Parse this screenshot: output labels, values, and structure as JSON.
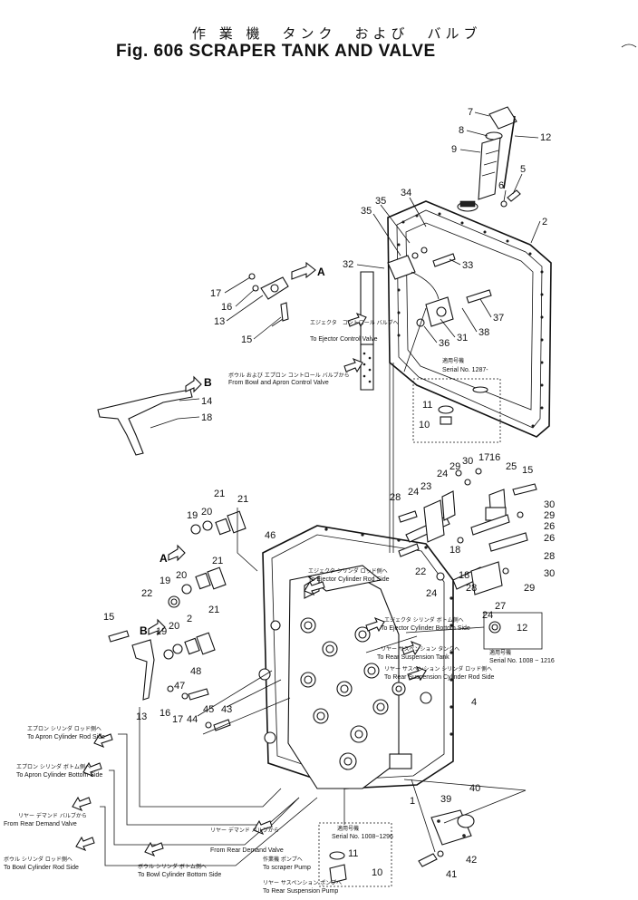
{
  "title_jp": "作 業 機　タンク　および　バルブ",
  "title_en": "Fig. 606 SCRAPER TANK AND VALVE",
  "part_numbers": [
    "1",
    "2",
    "4",
    "5",
    "6",
    "7",
    "8",
    "9",
    "10",
    "11",
    "12",
    "13",
    "14",
    "15",
    "16",
    "17",
    "18",
    "19",
    "20",
    "21",
    "22",
    "23",
    "24",
    "25",
    "26",
    "27",
    "28",
    "29",
    "30",
    "31",
    "32",
    "33",
    "34",
    "35",
    "36",
    "37",
    "38",
    "39",
    "40",
    "41",
    "42",
    "43",
    "44",
    "45",
    "46",
    "47",
    "48"
  ],
  "view_markers": [
    "A",
    "B"
  ],
  "serial_notes": {
    "tank": {
      "jp": "適用号機",
      "en": "Serial No. 1287-"
    },
    "plug_valve": {
      "jp": "適用号機",
      "en": "Serial No. 1008 ~ 1216"
    },
    "pump": {
      "jp": "適用号機",
      "en": "Serial No. 1008~1296"
    }
  },
  "flow_labels": {
    "ejector_valve": {
      "jp": "エジェクタ　コントロール バルブへ",
      "en": "To Ejector Control Valve"
    },
    "bowl_apron": {
      "jp": "ボウル および エプロン コントロール バルブから",
      "en": "From Bowl and Apron Control Valve"
    },
    "ejector_cyl_rod": {
      "jp": "エジェクタ シリンダ ロッド側へ",
      "en": "To Ejector Cylinder Rod Side"
    },
    "ejector_cyl_bottom": {
      "jp": "エジェクタ シリンダ ボトム側へ",
      "en": "To Ejector Cylinder Bottom Side"
    },
    "rear_susp_tank": {
      "jp": "リヤー サスペンション タンクへ",
      "en": "To Rear Suspension Tank"
    },
    "rear_susp_cyl_rod": {
      "jp": "リヤー サスペンション シリンダ ロッド側へ",
      "en": "To Rear Suspension Cylinder Rod Side"
    },
    "apron_rod": {
      "jp": "エプロン シリンダ ロッド側へ",
      "en": "To Apron Cylinder Rod Side"
    },
    "apron_bottom": {
      "jp": "エプロン シリンダ ボトム側へ",
      "en": "To Apron Cylinder Bottom Side"
    },
    "rear_demand": {
      "jp": "リヤー デマンド バルブから",
      "en": "From Rear Demand Valve"
    },
    "rear_demand_valve": {
      "jp": "リヤー デマンド バルブから",
      "en": "From Rear Demand Valve"
    },
    "bowl_rod": {
      "jp": "ボウル シリンダ ロッド側へ",
      "en": "To Bowl Cylinder Rod Side"
    },
    "bowl_bottom": {
      "jp": "ボウル シリンダ ボトム側へ",
      "en": "To Bowl Cylinder Bottom Side"
    },
    "scraper_pump": {
      "jp": "作業機 ポンプへ",
      "en": "To scraper Pump"
    },
    "rear_susp_pump": {
      "jp": "リヤー サスペンション ポンプへ",
      "en": "To Rear Suspension Pump"
    }
  }
}
